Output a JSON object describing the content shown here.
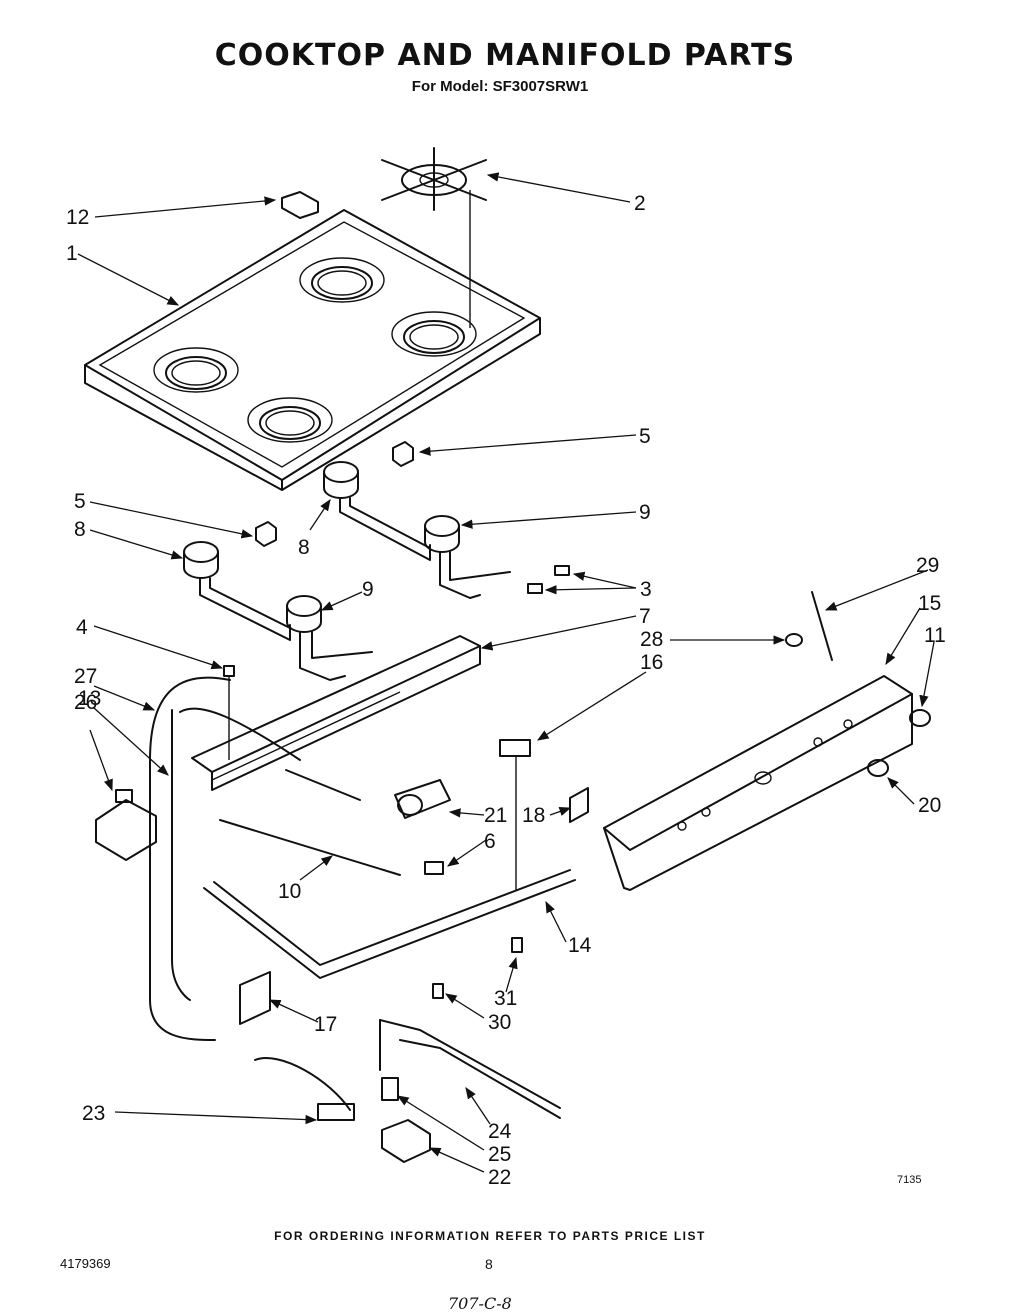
{
  "header": {
    "title": "COOKTOP AND MANIFOLD PARTS",
    "subtitle": "For Model: SF3007SRW1"
  },
  "callouts": [
    {
      "label": "1"
    },
    {
      "label": "2"
    },
    {
      "label": "3"
    },
    {
      "label": "4"
    },
    {
      "label": "5"
    },
    {
      "label": "5"
    },
    {
      "label": "6"
    },
    {
      "label": "7"
    },
    {
      "label": "8"
    },
    {
      "label": "8"
    },
    {
      "label": "9"
    },
    {
      "label": "9"
    },
    {
      "label": "10"
    },
    {
      "label": "11"
    },
    {
      "label": "12"
    },
    {
      "label": "13"
    },
    {
      "label": "14"
    },
    {
      "label": "15"
    },
    {
      "label": "16"
    },
    {
      "label": "17"
    },
    {
      "label": "18"
    },
    {
      "label": "20"
    },
    {
      "label": "21"
    },
    {
      "label": "22"
    },
    {
      "label": "23"
    },
    {
      "label": "24"
    },
    {
      "label": "25"
    },
    {
      "label": "26"
    },
    {
      "label": "27"
    },
    {
      "label": "28"
    },
    {
      "label": "29"
    },
    {
      "label": "30"
    },
    {
      "label": "31"
    }
  ],
  "footer": {
    "ordering_note": "FOR ORDERING INFORMATION REFER TO PARTS PRICE LIST",
    "document_number": "4179369",
    "page_number": "8",
    "diagram_code": "7135",
    "handwritten_note": "707-C-8"
  }
}
